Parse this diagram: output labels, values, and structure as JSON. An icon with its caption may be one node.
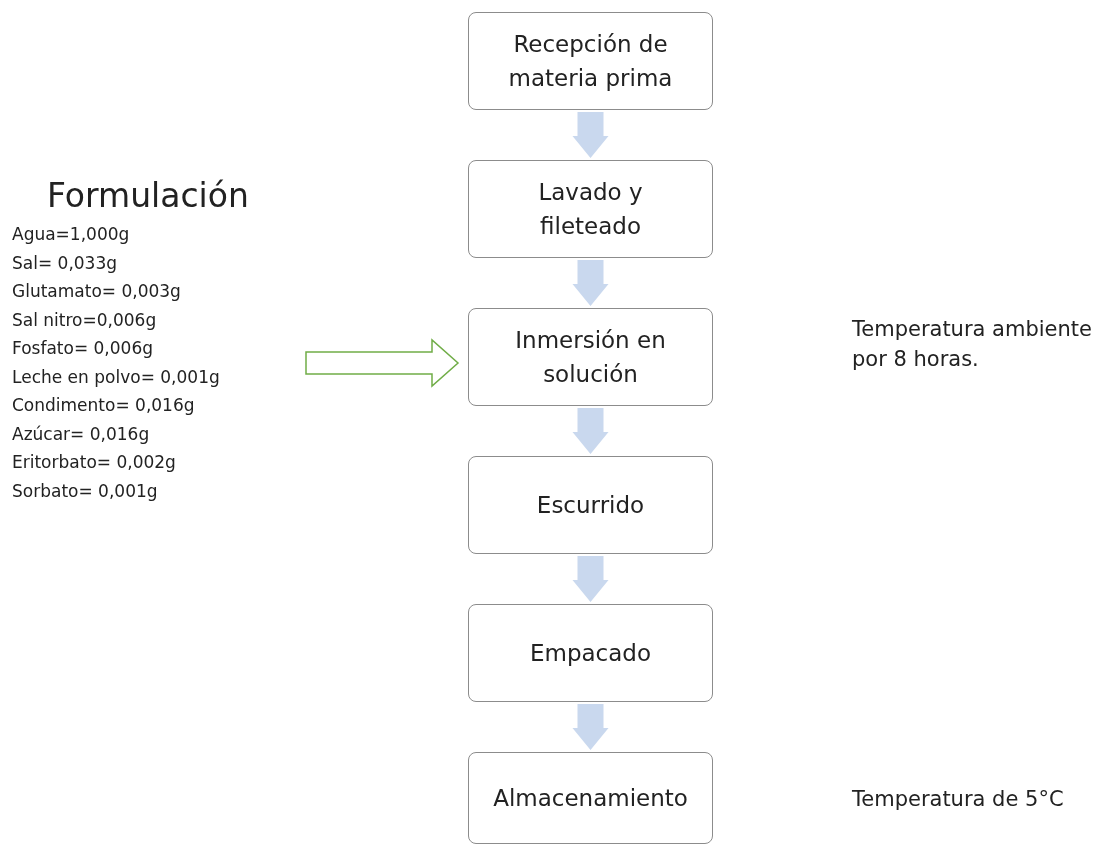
{
  "diagram": {
    "nodes": [
      {
        "text": [
          "Recepción de materia prima"
        ]
      },
      {
        "text": [
          "Lavado y fileteado"
        ]
      },
      {
        "text": [
          "Inmersión en solución"
        ]
      },
      {
        "text": [
          "Escurrido"
        ]
      },
      {
        "text": [
          "Empacado"
        ]
      },
      {
        "text": [
          "Almacenamiento"
        ]
      },
      {
        "text": [
          "Formulación",
          "Agua=1,000g",
          "Sal= 0,033g",
          "Glutamato= 0,003g",
          "Sal nitro=0,006g",
          "Fosfato= 0,006g",
          "Leche en polvo= 0,001g",
          "Condimento= 0,016g",
          "Azúcar= 0,016g",
          "Eritorbato= 0,002g",
          "Sorbato= 0,001g"
        ]
      }
    ],
    "edges": [
      {
        "from": 0,
        "to": 1,
        "arrow": "to"
      },
      {
        "from": 1,
        "to": 2,
        "arrow": "to"
      },
      {
        "from": 2,
        "to": 3,
        "arrow": "to"
      },
      {
        "from": 3,
        "to": 4,
        "arrow": "to"
      },
      {
        "from": 4,
        "to": 5,
        "arrow": "to"
      },
      {
        "from": 6,
        "to": 2,
        "arrow": "to",
        "color": "#70ad47"
      }
    ],
    "labels": [
      "Temperatura ambiente por 8 horas.",
      "Temperatura de 5°C"
    ]
  }
}
